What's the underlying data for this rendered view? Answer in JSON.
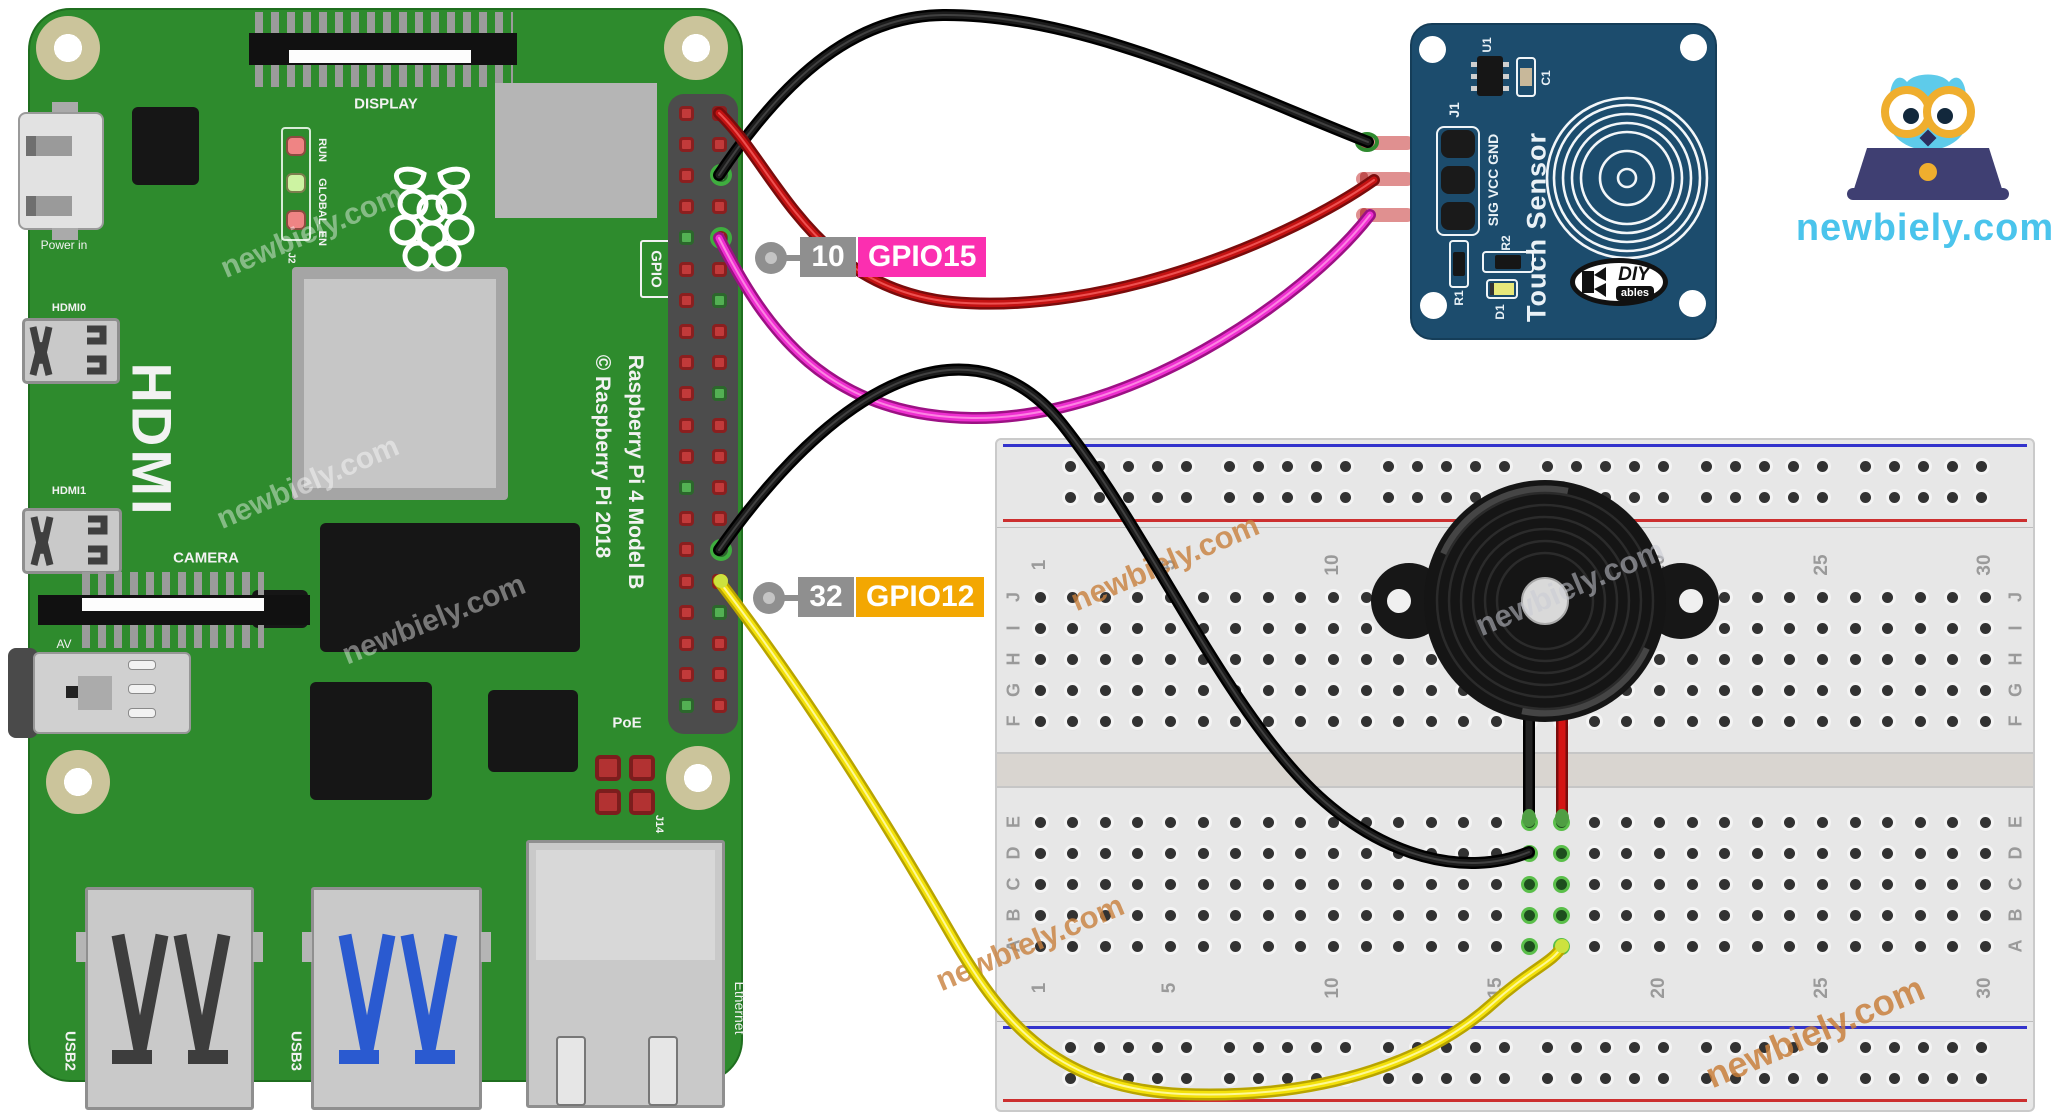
{
  "watermark": "newbiely.com",
  "brand": {
    "site": "newbiely.com"
  },
  "colors": {
    "pi_green": "#2e8b2d",
    "sensor_blue": "#1c4c6d",
    "wire_black": "#1c1c1c",
    "wire_red": "#c41212",
    "wire_magenta": "#ee2fd0",
    "wire_yellow": "#f3e10a",
    "callout_pink": "#fb2fb0",
    "callout_orange": "#f3a702",
    "logo_blue": "#4ac4ec"
  },
  "pi": {
    "board_title": "Raspberry Pi 4 Model B",
    "board_copyright": "© Raspberry Pi 2018",
    "labels": {
      "display": "DISPLAY",
      "power_in": "Power in",
      "run": "RUN",
      "global_en": "GLOBAL_EN",
      "j2": "J2",
      "gpio": "GPIO",
      "hdmi": "HDMI",
      "hdmi0": "HDMI0",
      "hdmi1": "HDMI1",
      "camera": "CAMERA",
      "av": "AV",
      "poe": "PoE",
      "j14": "J14",
      "usb2": "USB2",
      "usb3": "USB3",
      "ethernet": "Ethernet"
    }
  },
  "sensor": {
    "title": "Touch Sensor",
    "pin_labels": "SIG VCC GND",
    "refs": {
      "u1": "U1",
      "c1": "C1",
      "j1": "J1",
      "r1": "R1",
      "r2": "R2",
      "d1": "D1"
    },
    "logo": {
      "top": "DIY",
      "bottom": "ables"
    }
  },
  "breadboard": {
    "row_labels_top": [
      "J",
      "I",
      "H",
      "G",
      "F"
    ],
    "row_labels_bottom": [
      "E",
      "D",
      "C",
      "B",
      "A"
    ],
    "column_numbers": [
      "1",
      "5",
      "10",
      "15",
      "20",
      "25",
      "30"
    ]
  },
  "callouts": [
    {
      "pin": "10",
      "gpio": "GPIO15"
    },
    {
      "pin": "32",
      "gpio": "GPIO12"
    }
  ]
}
